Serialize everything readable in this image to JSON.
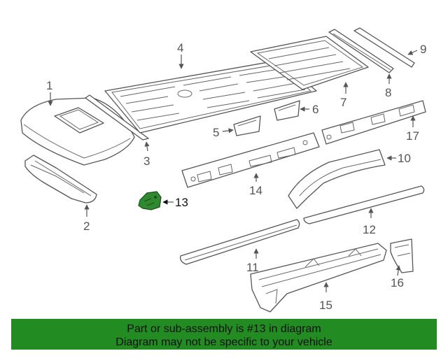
{
  "callouts": {
    "c1": "1",
    "c2": "2",
    "c3": "3",
    "c4": "4",
    "c5": "5",
    "c6": "6",
    "c7": "7",
    "c8": "8",
    "c9": "9",
    "c10": "10",
    "c11": "11",
    "c12": "12",
    "c13": "13",
    "c14": "14",
    "c15": "15",
    "c16": "16",
    "c17": "17"
  },
  "highlighted_part": "13",
  "highlight_color": "#2f8a2f",
  "banner": {
    "line1": "Part or sub-assembly is #13 in diagram",
    "line2": "Diagram may not be specific to your vehicle",
    "background": "#228b22"
  }
}
